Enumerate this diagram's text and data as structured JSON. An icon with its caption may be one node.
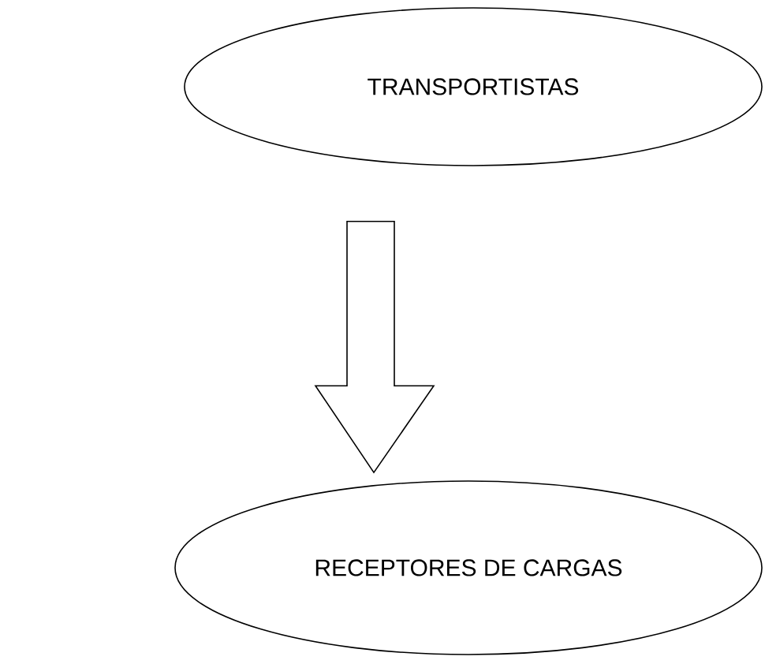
{
  "diagram": {
    "nodes": [
      {
        "text": [
          "TRANSPORTISTAS"
        ]
      },
      {
        "text": [
          "RECEPTORES DE CARGAS"
        ]
      }
    ],
    "edges": [
      {
        "from": 0,
        "to": 1,
        "arrow": "to"
      }
    ]
  }
}
